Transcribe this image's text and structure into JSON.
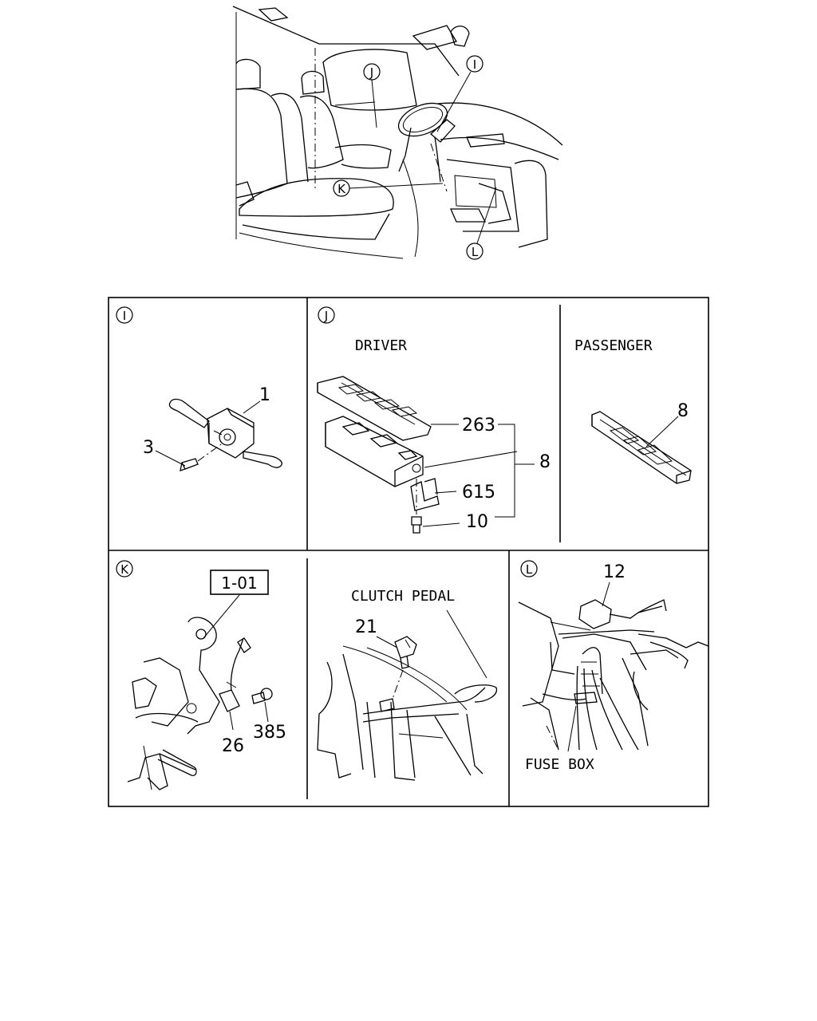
{
  "overview": {
    "callouts": {
      "i": "I",
      "j": "J",
      "k": "K",
      "l": "L"
    }
  },
  "panel_i": {
    "label": "I",
    "parts": {
      "switch": "1",
      "screw": "3"
    }
  },
  "panel_j": {
    "label": "J",
    "driver_title": "DRIVER",
    "passenger_title": "PASSENGER",
    "parts": {
      "bezel": "263",
      "assembly": "8",
      "bracket": "615",
      "bolt": "10",
      "passenger_switch": "8"
    }
  },
  "panel_k": {
    "label": "K",
    "ref_box": "1-01",
    "parts": {
      "switch": "26",
      "bolt": "385"
    }
  },
  "panel_clutch": {
    "title": "CLUTCH PEDAL",
    "parts": {
      "switch": "21"
    }
  },
  "panel_l": {
    "label": "L",
    "fuse_box": "FUSE BOX",
    "parts": {
      "relay": "12"
    }
  }
}
